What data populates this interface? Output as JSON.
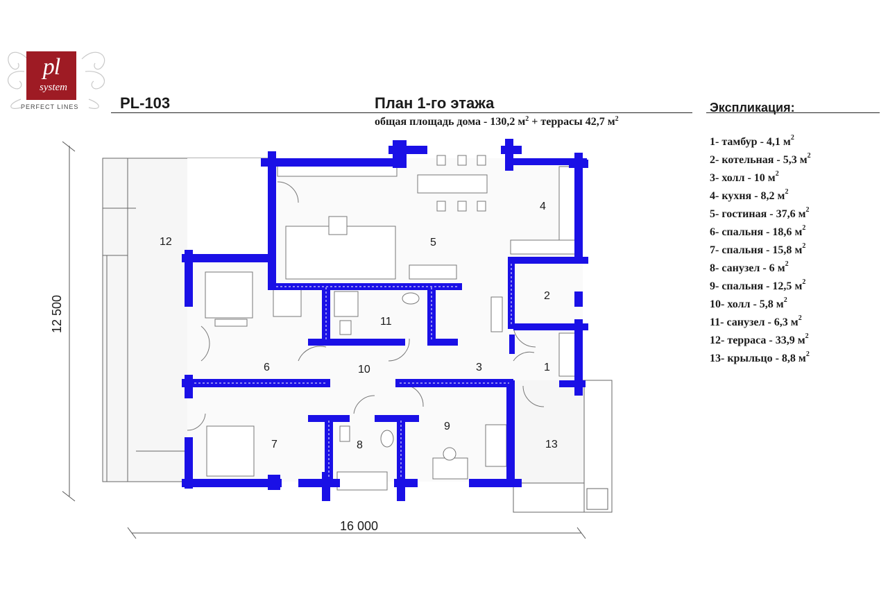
{
  "header": {
    "logo_text_main": "pl",
    "logo_text_sub": "system",
    "logo_tagline": "PERFECT LINES",
    "project_code": "PL-103",
    "title": "План 1-го этажа",
    "area_label": "общая площадь дома - 130,2 м",
    "area_terrace": "+ террасы  42,7 м",
    "area_sup": "2"
  },
  "legend": {
    "title": "Экспликация:",
    "unit": "м",
    "unit_sup": "2",
    "items": [
      {
        "label": "1- тамбур - 4,1"
      },
      {
        "label": "2- котельная - 5,3"
      },
      {
        "label": "3- холл - 10"
      },
      {
        "label": "4- кухня - 8,2"
      },
      {
        "label": "5- гостиная - 37,6"
      },
      {
        "label": "6- спальня - 18,6"
      },
      {
        "label": "7- спальня - 15,8"
      },
      {
        "label": "8- санузел - 6"
      },
      {
        "label": "9- спальня - 12,5"
      },
      {
        "label": "10- холл - 5,8"
      },
      {
        "label": "11- санузел - 6,3"
      },
      {
        "label": "12- терраса - 33,9"
      },
      {
        "label": "13- крыльцо - 8,8"
      }
    ]
  },
  "plan": {
    "width_dimension": "16 000",
    "height_dimension": "12 500",
    "rooms": [
      {
        "number": "1"
      },
      {
        "number": "2"
      },
      {
        "number": "3"
      },
      {
        "number": "4"
      },
      {
        "number": "5"
      },
      {
        "number": "6"
      },
      {
        "number": "7"
      },
      {
        "number": "8"
      },
      {
        "number": "9"
      },
      {
        "number": "10"
      },
      {
        "number": "11"
      },
      {
        "number": "12"
      },
      {
        "number": "13"
      }
    ]
  },
  "colors": {
    "wall": "#1a10e6",
    "logo": "#9e1b24",
    "line": "#555555"
  }
}
